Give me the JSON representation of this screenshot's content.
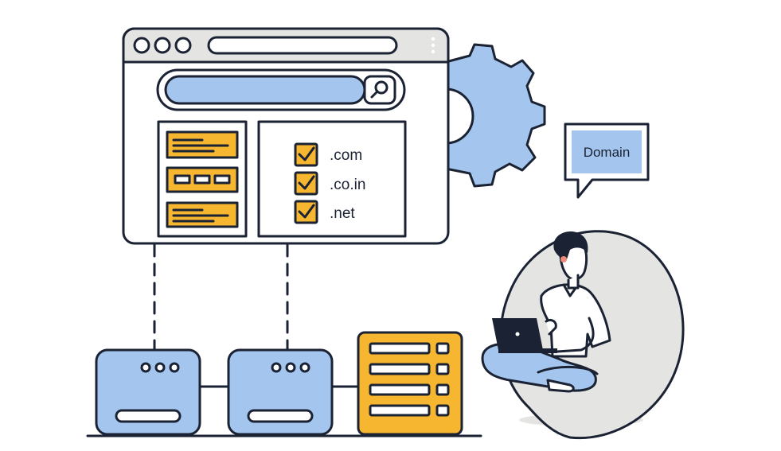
{
  "speech_bubble": {
    "text": "Domain"
  },
  "browser": {
    "domain_options": [
      {
        "label": ".com",
        "checked": true
      },
      {
        "label": ".co.in",
        "checked": true
      },
      {
        "label": ".net",
        "checked": true
      }
    ]
  },
  "colors": {
    "outline": "#1a2233",
    "blue": "#a4c6ee",
    "orange": "#f6b62f",
    "grey": "#e4e4e2",
    "white": "#ffffff"
  },
  "icons": {
    "search": "magnifier-icon",
    "settings": "gear-icon",
    "check": "checkmark-icon"
  }
}
